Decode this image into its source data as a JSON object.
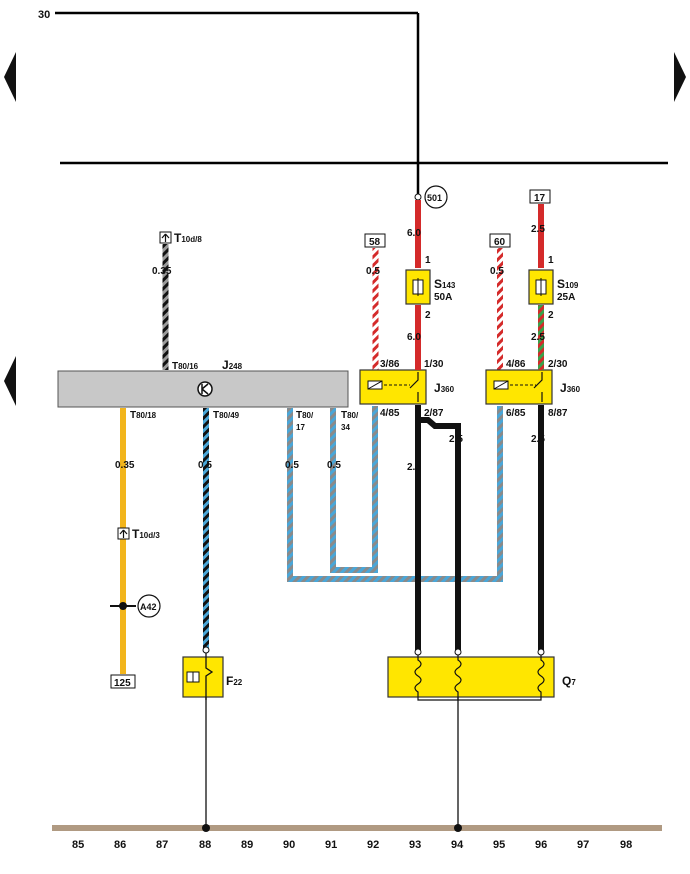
{
  "supply": {
    "terminal_30": "30"
  },
  "components": {
    "J248": {
      "name": "J",
      "sub": "248"
    },
    "T10d8": {
      "name": "T",
      "sub": "10d/8"
    },
    "T10d3": {
      "name": "T",
      "sub": "10d/3"
    },
    "T80_16": {
      "name": "T",
      "sub": "80/16"
    },
    "T80_18": {
      "name": "T",
      "sub": "80/18"
    },
    "T80_49": {
      "name": "T",
      "sub": "80/49"
    },
    "T80_17": {
      "name": "T",
      "sub": "80/",
      "line2": "17"
    },
    "T80_34": {
      "name": "T",
      "sub": "80/",
      "line2": "34"
    },
    "S143": {
      "name": "S",
      "sub": "143",
      "rating": "50A"
    },
    "S109": {
      "name": "S",
      "sub": "109",
      "rating": "25A"
    },
    "J360a": {
      "name": "J",
      "sub": "360"
    },
    "J360b": {
      "name": "J",
      "sub": "360"
    },
    "F22": {
      "name": "F",
      "sub": "22"
    },
    "Q7": {
      "name": "Q",
      "sub": "7"
    }
  },
  "refs": {
    "box58": "58",
    "box60": "60",
    "box17": "17",
    "box125": "125",
    "circle501": "501",
    "circleA42": "A42"
  },
  "pins": {
    "relayA_3": "3/86",
    "relayA_1": "1/30",
    "relayA_4": "4/85",
    "relayA_2": "2/87",
    "relayB_4": "4/86",
    "relayB_2": "2/30",
    "relayB_6": "6/85",
    "relayB_8": "8/87",
    "s143_in": "1",
    "s143_out": "2",
    "s109_in": "1",
    "s109_out": "2"
  },
  "gauges": {
    "t10d8": "0.35",
    "j248_18": "0.35",
    "j248_49": "0.5",
    "j248_17": "0.5",
    "j248_34": "0.5",
    "w58": "0.5",
    "w501": "6.0",
    "s143_out": "6.0",
    "w60": "0.5",
    "w17": "2.5",
    "s109_out": "2.5",
    "w93": "2.5",
    "w94": "2.5",
    "w96": "2.5"
  },
  "axis": [
    "85",
    "86",
    "87",
    "88",
    "89",
    "90",
    "91",
    "92",
    "93",
    "94",
    "95",
    "96",
    "97",
    "98"
  ],
  "colors": {
    "supply_bus": "#000000",
    "ground_bus": "#b09a82",
    "component_fill": "#ffe600",
    "module_fill": "#c8c8c8",
    "wire_red": "#d42a2a",
    "wire_yellow_orange": "#f2b51c",
    "wire_blue": "#49a6d8",
    "wire_grey": "#8a8a8a",
    "wire_green": "#3aa14a"
  },
  "icons": [
    "page-prev-arrow-icon",
    "page-next-arrow-icon",
    "page-prev-arrow-icon-2",
    "transistor-icon",
    "fuse-icon",
    "relay-coil-icon",
    "thermal-switch-icon",
    "heater-element-icon",
    "terminal-up-arrow-icon"
  ]
}
